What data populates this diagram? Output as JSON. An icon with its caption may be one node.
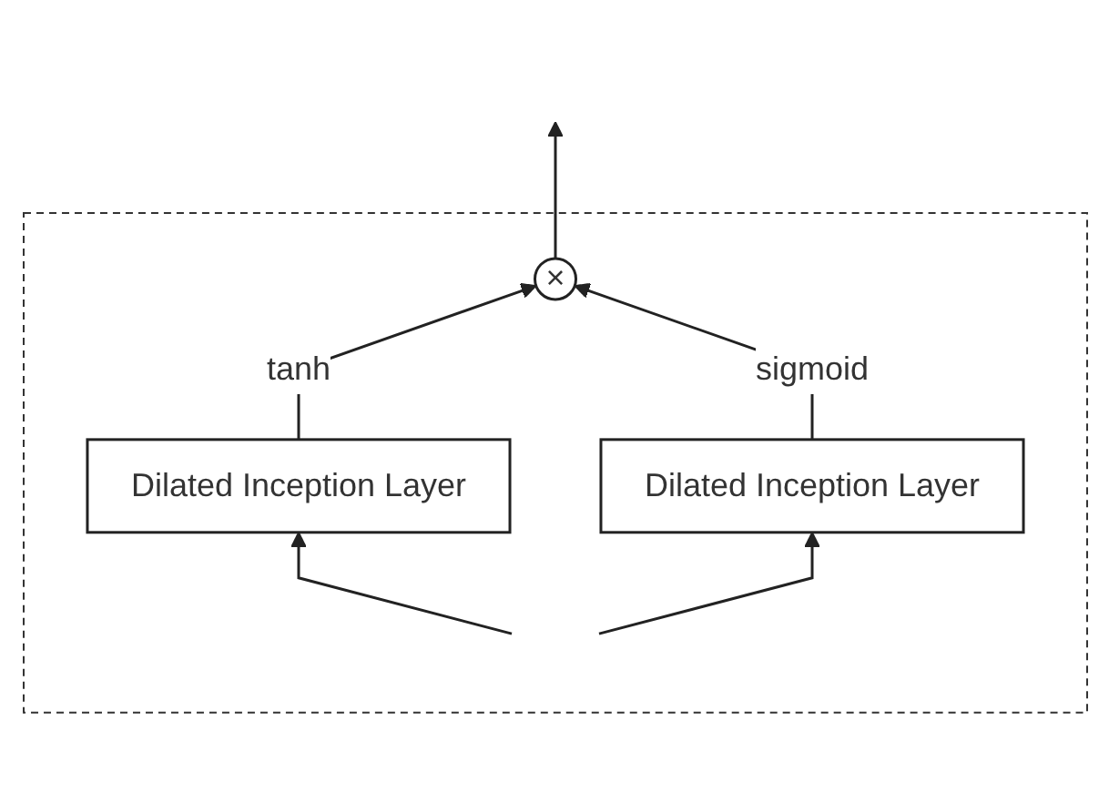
{
  "diagram": {
    "nodes": [
      {
        "text": [],
        "shape": "box"
      },
      {
        "text": [
          "×"
        ],
        "in": 0
      },
      {
        "text": [
          "Dilated Inception Layer"
        ],
        "in": 0
      },
      {
        "text": [
          "Dilated Inception Layer"
        ],
        "in": 0
      }
    ],
    "edges": [
      {
        "from": null,
        "to": 2,
        "arrow": "to"
      },
      {
        "from": null,
        "to": 3,
        "arrow": "to"
      },
      {
        "from": 2,
        "to": 1,
        "arrow": "to",
        "label": "tanh"
      },
      {
        "from": 3,
        "to": 1,
        "arrow": "to",
        "label": "sigmoid"
      },
      {
        "from": 1,
        "to": null,
        "arrow": "to"
      }
    ]
  }
}
